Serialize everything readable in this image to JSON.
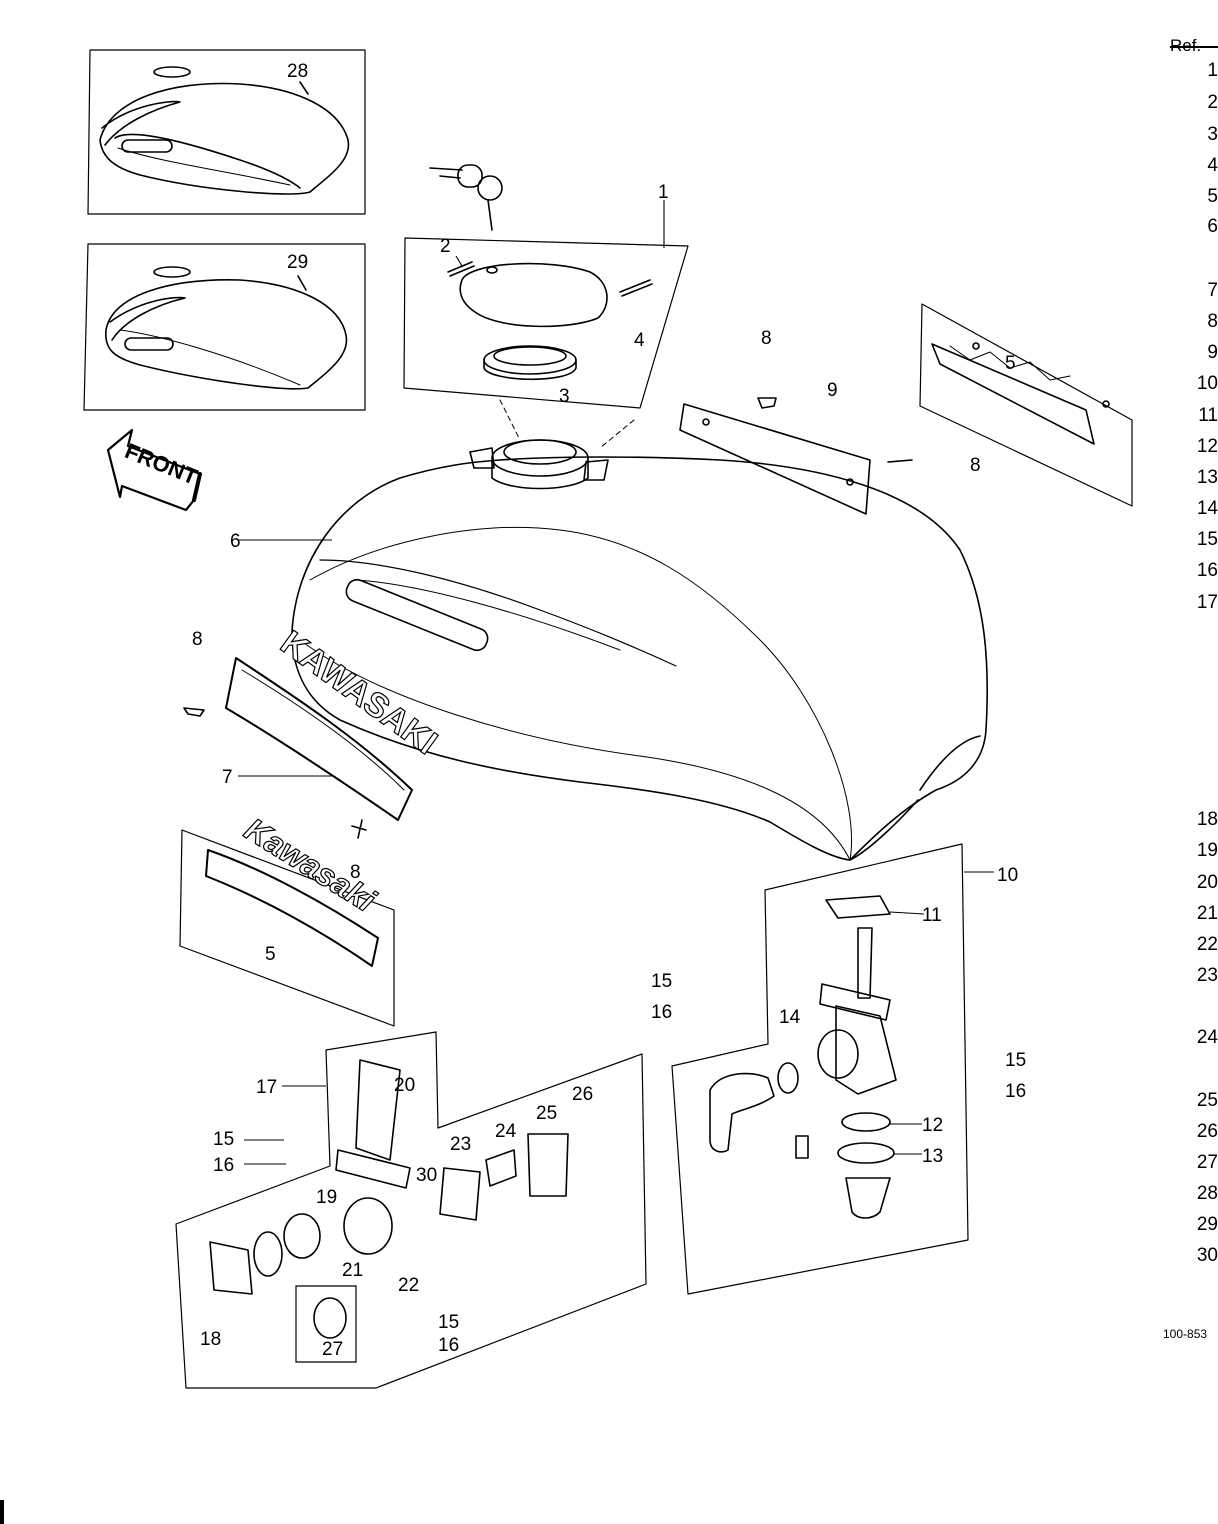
{
  "front_label": "FRONT",
  "header": "Ref. ",
  "diagram_code": "100-853",
  "emblem_text_1": "KAWASAKI",
  "emblem_text_2": "Kawasaki",
  "callouts": {
    "c1": "1",
    "c2": "2",
    "c3": "3",
    "c4": "4",
    "c5a": "5",
    "c5b": "5",
    "c6": "6",
    "c7": "7",
    "c8a": "8",
    "c8b": "8",
    "c8c": "8",
    "c8d": "8",
    "c9": "9",
    "c10": "10",
    "c11": "11",
    "c12": "12",
    "c13": "13",
    "c14": "14",
    "c15a": "15",
    "c15b": "15",
    "c15c": "15",
    "c15d": "15",
    "c16a": "16",
    "c16b": "16",
    "c16c": "16",
    "c16d": "16",
    "c17": "17",
    "c18": "18",
    "c19": "19",
    "c20": "20",
    "c21": "21",
    "c22": "22",
    "c23": "23",
    "c24": "24",
    "c25": "25",
    "c26": "26",
    "c27": "27",
    "c28": "28",
    "c29": "29",
    "c30": "30"
  },
  "ref_column": [
    "1",
    "2",
    "3",
    "4",
    "5",
    "6",
    "7",
    "8",
    "9",
    "10",
    "11",
    "12",
    "13",
    "14",
    "15",
    "16",
    "17",
    "18",
    "19",
    "20",
    "21",
    "22",
    "23",
    "24",
    "25",
    "26",
    "27",
    "28",
    "29",
    "30"
  ]
}
